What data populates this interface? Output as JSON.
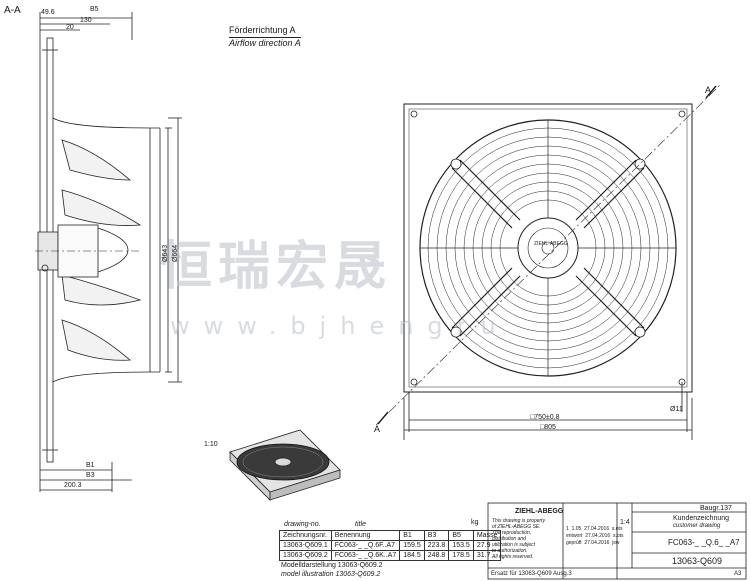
{
  "section_label": "A-A",
  "airflow": {
    "de": "Förderrichtung A",
    "en": "Airflow direction A"
  },
  "side_view_dims": [
    "49.6",
    "B5",
    "130",
    "20",
    "Ø643",
    "Ø664",
    "B1",
    "B3",
    "200.3"
  ],
  "front_view_dims": {
    "square_inner": "□750±0.8",
    "square_outer": "□805",
    "hole": "Ø11",
    "section_marker": "A"
  },
  "iso_scale": "1:10",
  "brand_label": "ZIEHL-ABEGG",
  "watermark": {
    "cn": "恒瑞宏晟",
    "url": "www.bjhengru"
  },
  "bom": {
    "header_labels": {
      "drawing_no": "drawing-no.",
      "title": "title"
    },
    "columns": [
      "Zeichnungsnr.",
      "Benennung",
      "B1",
      "B3",
      "B5",
      "Masse"
    ],
    "mass_unit": "kg",
    "rows": [
      [
        "13063-Q609.1",
        "FC063-_ _Q.6F..A7",
        "159.5",
        "223.8",
        "153.5",
        "27.9"
      ],
      [
        "13063-Q609.2",
        "FC063-_ _Q.6K..A7",
        "184.5",
        "248.8",
        "178.5",
        "31.7"
      ]
    ],
    "model_de": "Modelldarstellung  13063-Q609.2",
    "model_en": "model illustration  13063-Q609.2"
  },
  "title_block": {
    "company": "ZIEHL-ABEGG",
    "scale": "1:4",
    "size_label": "Baugr.137",
    "drawing_type": "Kundenzeichnung",
    "drawing_type_en": "customer drawing",
    "part_name": "FC063-_ _Q.6_ _A7",
    "drawing_number": "13063-Q609",
    "copyright": [
      "This drawing is property",
      "of ZIEHL-ABEGG SE.",
      "The reproduction,",
      "distribution and",
      "utilization is subject",
      "to authorization.",
      "All rights reserved."
    ],
    "revision_rows": [
      [
        "1",
        "1.05",
        "27.04.2016",
        "s.ots"
      ],
      [
        "",
        "entwort",
        "27.04.2016",
        "s.ots"
      ],
      [
        "",
        "geprüft",
        "27.04.2016",
        "jsw"
      ]
    ],
    "replacement": "Ersatz für  13063-Q609 Ausg.3",
    "sheet": "A3"
  }
}
